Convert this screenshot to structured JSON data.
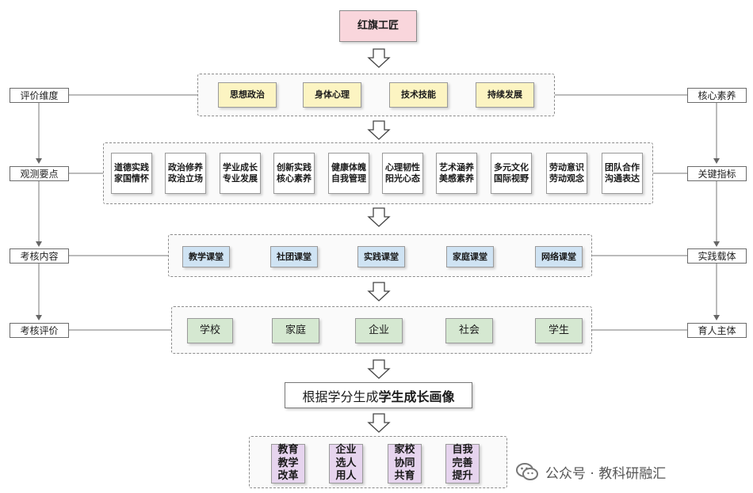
{
  "top": {
    "title": "红旗工匠"
  },
  "side_left": [
    "评价维度",
    "观测要点",
    "考核内容",
    "考核评价"
  ],
  "side_right": [
    "核心素养",
    "关键指标",
    "实践载体",
    "育人主体"
  ],
  "dimensions": [
    "思想政治",
    "身体心理",
    "技术技能",
    "持续发展"
  ],
  "indicators": [
    {
      "line1": "道德实践",
      "line2": "家国情怀"
    },
    {
      "line1": "政治修养",
      "line2": "政治立场"
    },
    {
      "line1": "学业成长",
      "line2": "专业发展"
    },
    {
      "line1": "创新实践",
      "line2": "核心素养"
    },
    {
      "line1": "健康体魄",
      "line2": "自我管理"
    },
    {
      "line1": "心理韧性",
      "line2": "阳光心态"
    },
    {
      "line1": "艺术涵养",
      "line2": "美感素养"
    },
    {
      "line1": "多元文化",
      "line2": "国际视野"
    },
    {
      "line1": "劳动意识",
      "line2": "劳动观念"
    },
    {
      "line1": "团队合作",
      "line2": "沟通表达"
    }
  ],
  "classrooms": [
    "教学课堂",
    "社团课堂",
    "实践课堂",
    "家庭课堂",
    "网络课堂"
  ],
  "subjects": [
    "学校",
    "家庭",
    "企业",
    "社会",
    "学生"
  ],
  "banner": {
    "prefix": "根据学分生成",
    "emphasis": "学生成长画像"
  },
  "outcomes": [
    {
      "l1": "教育",
      "l2": "教学",
      "l3": "改革"
    },
    {
      "l1": "企业",
      "l2": "选人",
      "l3": "用人"
    },
    {
      "l1": "家校",
      "l2": "协同",
      "l3": "共育"
    },
    {
      "l1": "自我",
      "l2": "完善",
      "l3": "提升"
    }
  ],
  "watermark": {
    "text": "公众号 · 教科研融汇",
    "icon": "wechat-icon"
  }
}
